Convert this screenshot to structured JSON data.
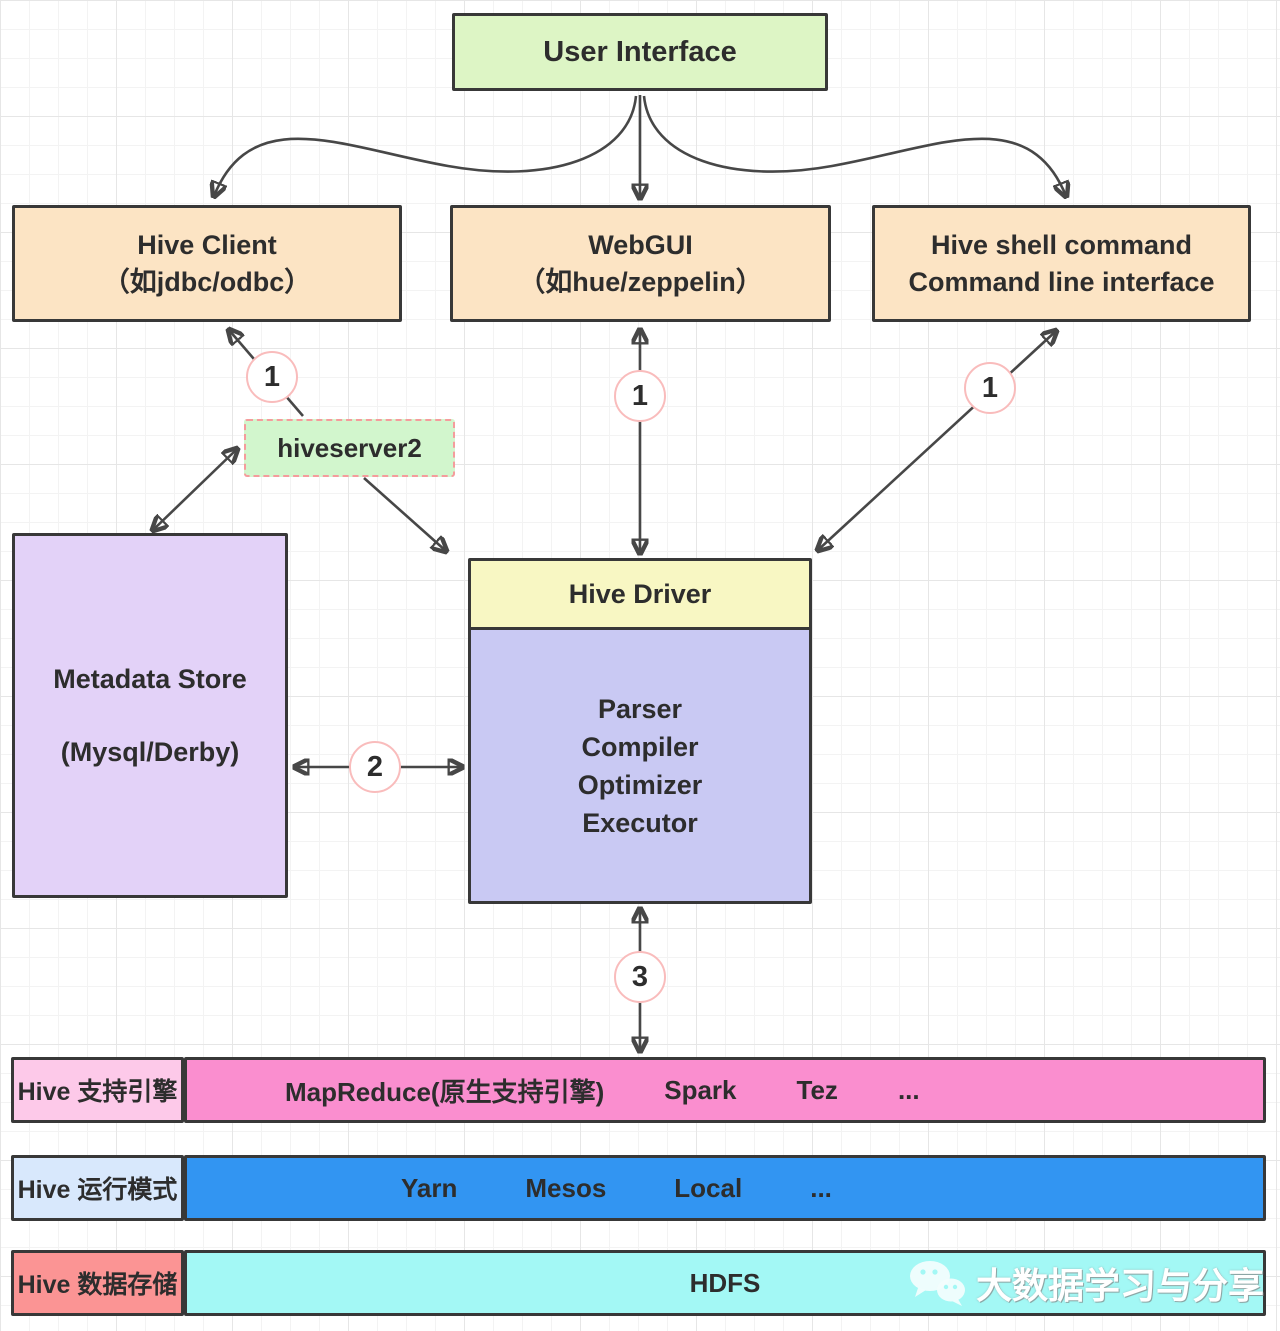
{
  "user_interface": {
    "label": "User Interface"
  },
  "clients": [
    {
      "title": "Hive Client",
      "subtitle": "（如jdbc/odbc）"
    },
    {
      "title": "WebGUI",
      "subtitle": "（如hue/zeppelin）"
    },
    {
      "title": "Hive shell command",
      "subtitle": "Command line interface"
    }
  ],
  "hiveserver2": {
    "label": "hiveserver2"
  },
  "metadata_store": {
    "title": "Metadata Store",
    "subtitle": "(Mysql/Derby)"
  },
  "hive_driver": {
    "header": "Hive Driver",
    "components": [
      "Parser",
      "Compiler",
      "Optimizer",
      "Executor"
    ]
  },
  "badges": [
    {
      "label": "1"
    },
    {
      "label": "1"
    },
    {
      "label": "1"
    },
    {
      "label": "2"
    },
    {
      "label": "3"
    }
  ],
  "layers": [
    {
      "label": "Hive 支持引擎",
      "items": [
        "MapReduce(原生支持引擎)",
        "Spark",
        "Tez",
        "..."
      ]
    },
    {
      "label": "Hive 运行模式",
      "items": [
        "Yarn",
        "Mesos",
        "Local",
        "..."
      ]
    },
    {
      "label": "Hive 数据存储",
      "items": [
        "HDFS"
      ]
    }
  ],
  "watermark": {
    "text": "大数据学习与分享",
    "icon": "wechat-icon"
  },
  "colors": {
    "user_interface_fill": "#ddf5c5",
    "client_fill": "#fce4c4",
    "hiveserver2_fill": "#d2f6cd",
    "hiveserver2_border": "#f59c9c",
    "metadata_fill": "#e3d2f8",
    "driver_header_fill": "#f8f7c3",
    "driver_body_fill": "#c9c9f3",
    "badge_border": "#f9bcbc",
    "engines_label_fill": "#fdc9e9",
    "engines_row_fill": "#fa8ecf",
    "modes_label_fill": "#d8e8fc",
    "modes_row_fill": "#3295f2",
    "storage_label_fill": "#fb9494",
    "storage_row_fill": "#a3f8f5",
    "box_border": "#383838",
    "arrow_color": "#474747"
  }
}
